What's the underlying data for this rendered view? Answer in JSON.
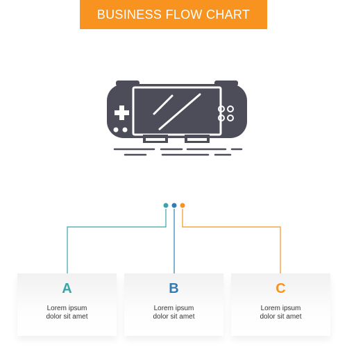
{
  "title": "BUSINESS FLOW CHART",
  "colors": {
    "accent": "#F7931E",
    "teal": "#3AA4A7",
    "blue": "#2F7DB4",
    "icon": "#4D4D59",
    "card_bg": "#F2F2F2"
  },
  "icon": "handheld-game-console-icon",
  "steps": [
    {
      "letter": "A",
      "line1": "Lorem ipsum",
      "line2": "dolor sit amet"
    },
    {
      "letter": "B",
      "line1": "Lorem ipsum",
      "line2": "dolor sit amet"
    },
    {
      "letter": "C",
      "line1": "Lorem ipsum",
      "line2": "dolor sit amet"
    }
  ]
}
